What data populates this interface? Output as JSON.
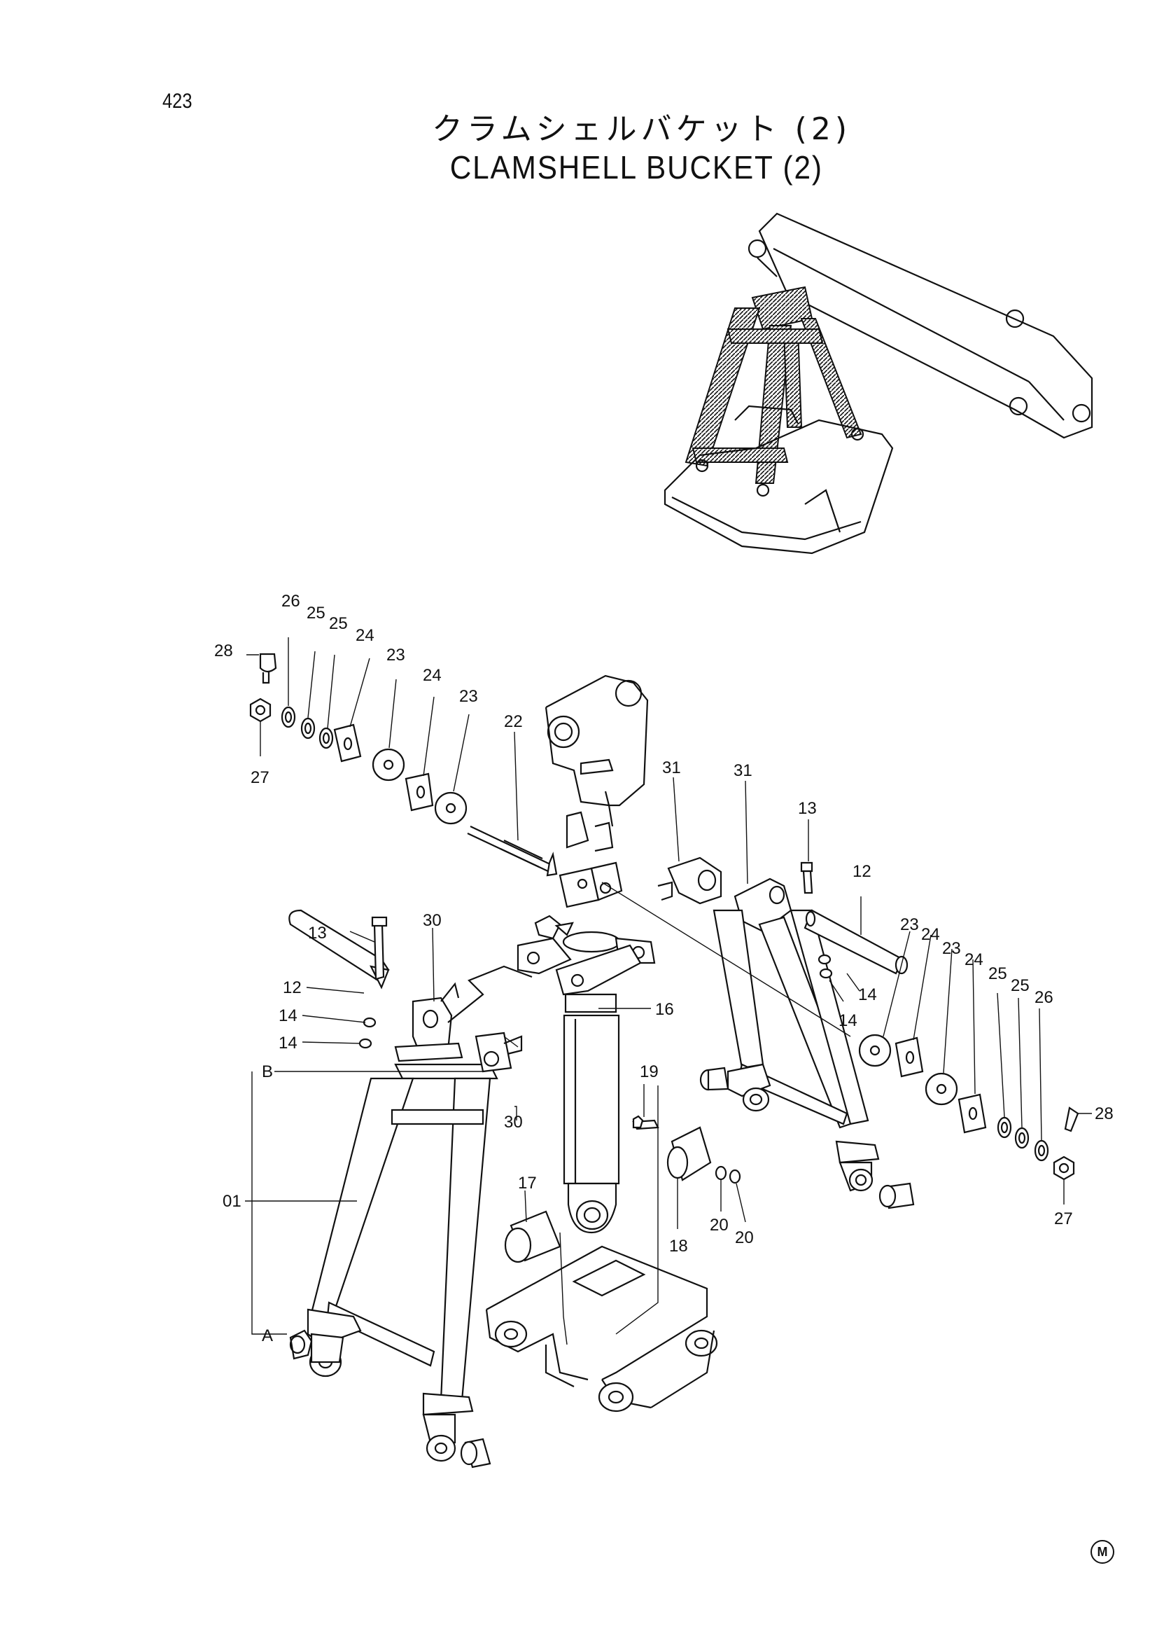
{
  "page": {
    "number": "423"
  },
  "title": {
    "japanese": "クラムシェルバケット (2)",
    "english": "CLAMSHELL BUCKET (2)"
  },
  "corner_mark": "M",
  "callouts": {
    "c26a": "26",
    "c25a": "25",
    "c25b": "25",
    "c24a": "24",
    "c23a": "23",
    "c24b": "24",
    "c23b": "23",
    "c28a": "28",
    "c27a": "27",
    "c22": "22",
    "c31a": "31",
    "c31b": "31",
    "c13a": "13",
    "c12a": "12",
    "c23c": "23",
    "c24c": "24",
    "c23d": "23",
    "c24d": "24",
    "c25c": "25",
    "c25d": "25",
    "c26b": "26",
    "c14a": "14",
    "c14b": "14",
    "c13b": "13",
    "c30a": "30",
    "c12b": "12",
    "c14c": "14",
    "c14d": "14",
    "c16": "16",
    "cB": "B",
    "c30b": "30",
    "c19": "19",
    "c28b": "28",
    "c01": "01",
    "c17": "17",
    "c20a": "20",
    "c20b": "20",
    "c18": "18",
    "c27b": "27",
    "cA": "A"
  }
}
